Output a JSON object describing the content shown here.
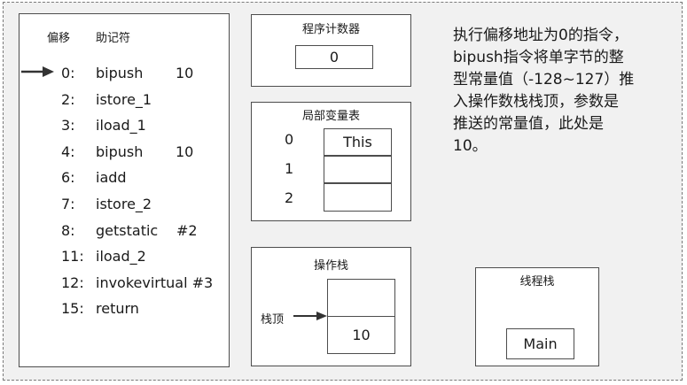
{
  "bytecode": {
    "offset_header": "偏移",
    "mnemonic_header": "助记符",
    "rows": [
      {
        "offset": "0:",
        "op": "bipush",
        "arg": "10"
      },
      {
        "offset": "2:",
        "op": "istore_1",
        "arg": ""
      },
      {
        "offset": "3:",
        "op": "iload_1",
        "arg": ""
      },
      {
        "offset": "4:",
        "op": "bipush",
        "arg": "10"
      },
      {
        "offset": "6:",
        "op": "iadd",
        "arg": ""
      },
      {
        "offset": "7:",
        "op": "istore_2",
        "arg": ""
      },
      {
        "offset": "8:",
        "op": "getstatic",
        "arg": "#2"
      },
      {
        "offset": "11:",
        "op": "iload_2",
        "arg": ""
      },
      {
        "offset": "12:",
        "op": "invokevirtual #3",
        "arg": ""
      },
      {
        "offset": "15:",
        "op": "return",
        "arg": ""
      }
    ]
  },
  "pc": {
    "title": "程序计数器",
    "value": "0"
  },
  "locals": {
    "title": "局部变量表",
    "slots": [
      {
        "index": "0",
        "value": "This"
      },
      {
        "index": "1",
        "value": ""
      },
      {
        "index": "2",
        "value": ""
      }
    ]
  },
  "operand_stack": {
    "title": "操作栈",
    "top_label": "栈顶",
    "cells": [
      "",
      "10"
    ]
  },
  "thread_stack": {
    "title": "线程栈",
    "frame": "Main"
  },
  "description": {
    "lines": [
      "执行偏移地址为0的指令，",
      "bipush指令将单字节的整",
      "型常量值（-128~127）推",
      "入操作数栈栈顶，参数是",
      "推送的常量值，此处是",
      "10。"
    ]
  }
}
